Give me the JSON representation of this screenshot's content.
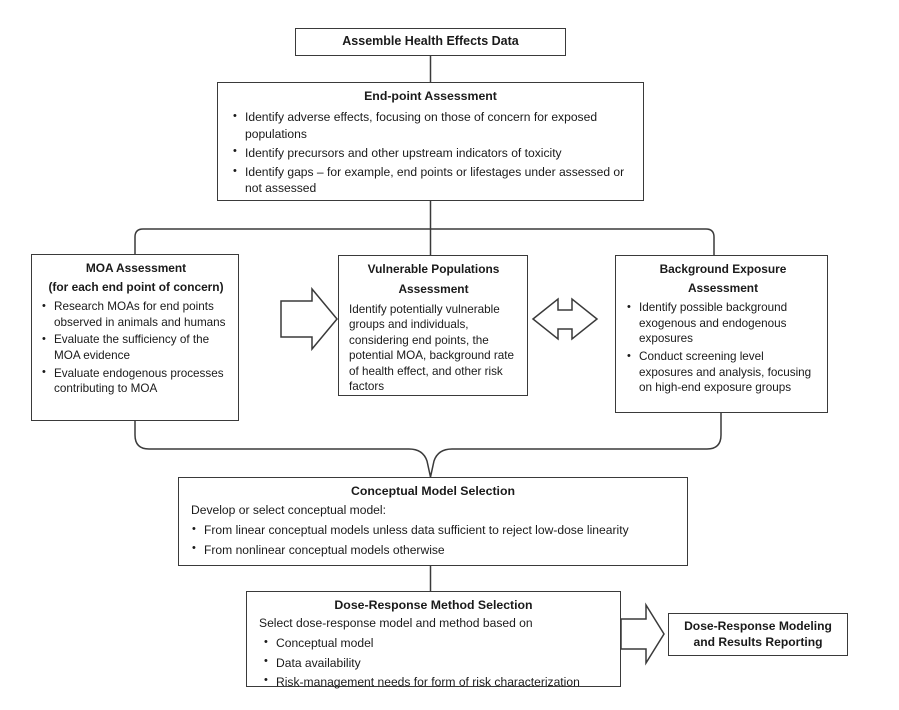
{
  "diagram": {
    "title": "Health Effects Dose-Response Assessment Flowchart",
    "line_color": "#3a3a3a",
    "background_color": "#ffffff",
    "text_color": "#1a1a1a"
  },
  "nodes": {
    "assemble": {
      "title": "Assemble Health Effects Data"
    },
    "endpoint": {
      "title": "End-point Assessment",
      "bullets": [
        "Identify adverse effects, focusing on those of concern for exposed populations",
        "Identify precursors and other upstream indicators of toxicity",
        "Identify gaps – for example, end points or lifestages under assessed or not assessed"
      ]
    },
    "moa": {
      "title": "MOA Assessment",
      "subtitle": "(for each end point of concern)",
      "bullets": [
        "Research MOAs for end points observed in animals and humans",
        "Evaluate the sufficiency of the MOA evidence",
        "Evaluate endogenous processes contributing to MOA"
      ]
    },
    "vulnerable": {
      "title": "Vulnerable Populations",
      "title2": "Assessment",
      "body": "Identify potentially vulnerable groups and individuals, considering end points, the potential MOA, background rate of health effect, and other risk factors"
    },
    "background": {
      "title": "Background Exposure",
      "title2": "Assessment",
      "bullets": [
        "Identify possible background exogenous and endogenous exposures",
        "Conduct screening level exposures and analysis, focusing on high-end exposure groups"
      ]
    },
    "conceptual": {
      "title": "Conceptual Model Selection",
      "lead": "Develop or select conceptual model:",
      "bullets": [
        "From linear conceptual models unless data sufficient to reject low-dose linearity",
        "From nonlinear conceptual models otherwise"
      ]
    },
    "method": {
      "title": "Dose-Response Method Selection",
      "lead": "Select dose-response model and method based on",
      "bullets": [
        "Conceptual model",
        "Data availability",
        "Risk-management needs for form of risk characterization"
      ]
    },
    "modeling": {
      "title": "Dose-Response Modeling",
      "title2": "and Results Reporting"
    }
  },
  "connectors": {
    "arrow_moa_to_vulnerable": "right-arrow",
    "arrow_vulnerable_to_background": "double-headed-arrow",
    "arrow_method_to_modeling": "right-arrow",
    "assemble_to_endpoint": "vertical-line",
    "endpoint_to_three": "branching-line",
    "three_to_conceptual": "brace-merge",
    "conceptual_to_method": "vertical-line"
  }
}
